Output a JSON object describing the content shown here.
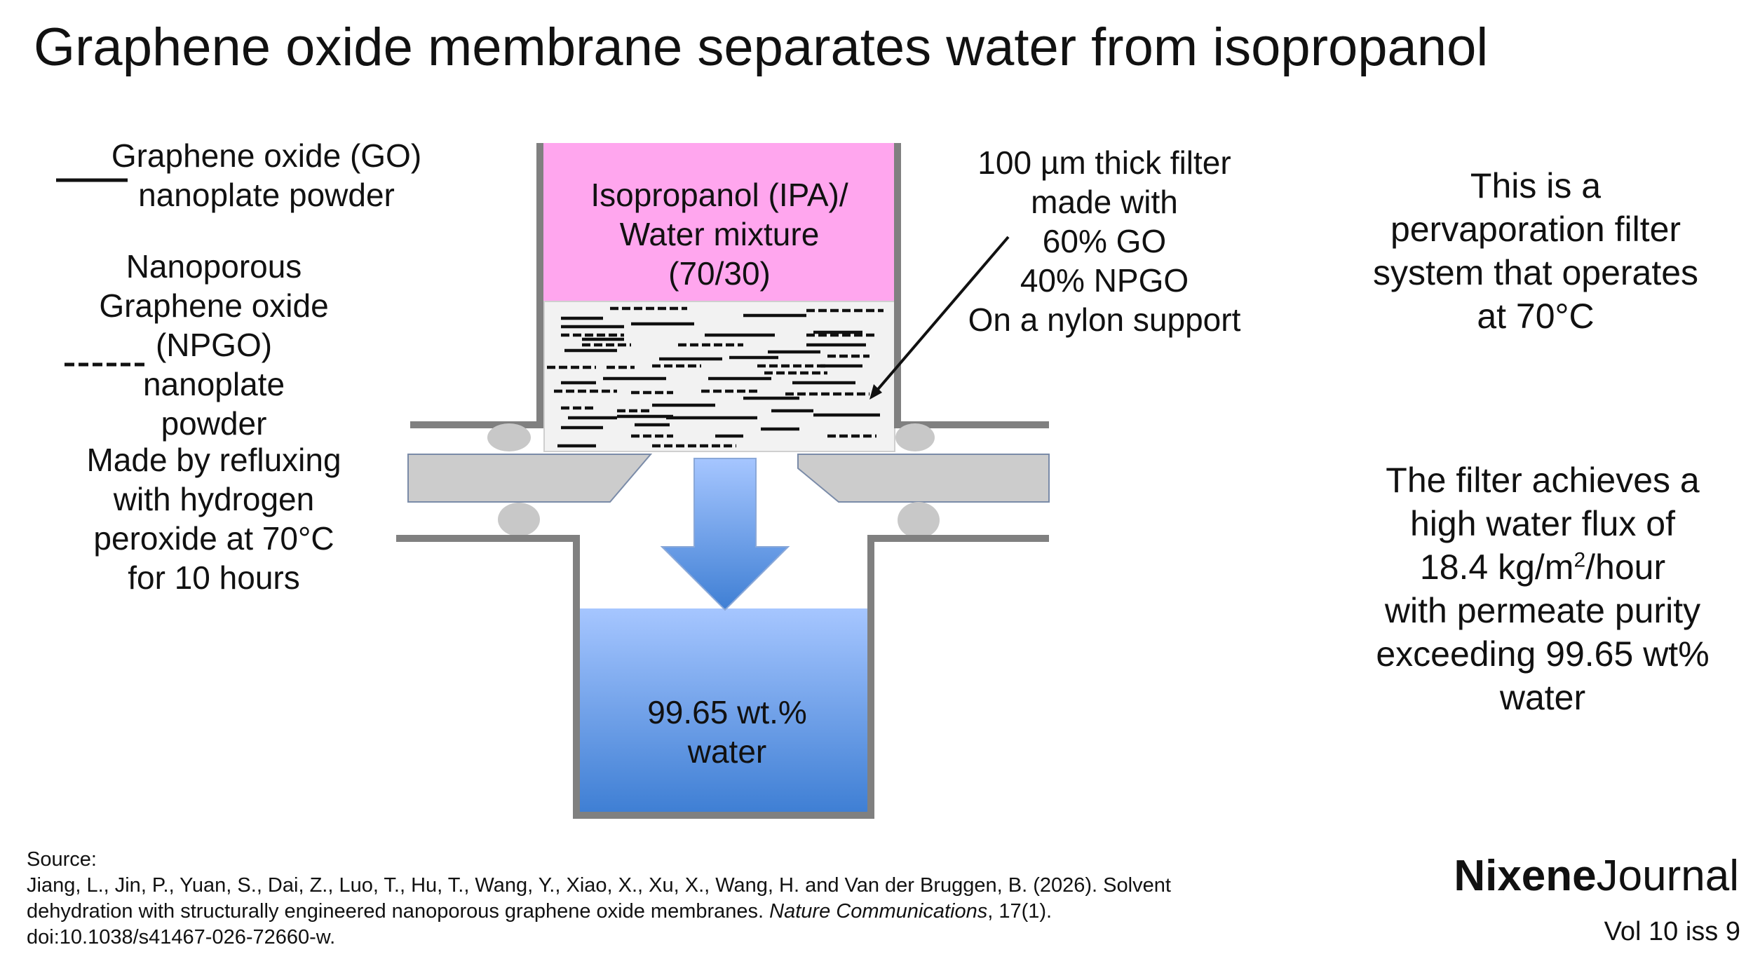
{
  "title": "Graphene oxide membrane separates water from isopropanol",
  "legend": {
    "go_lines": [
      "Graphene oxide (GO)",
      "nanoplate powder"
    ],
    "npgo_lines": [
      "Nanoporous",
      "Graphene oxide",
      "(NPGO)",
      "nanoplate",
      "powder"
    ],
    "prep_lines": [
      "Made by refluxing",
      "with hydrogen",
      "peroxide at 70°C",
      "for 10 hours"
    ]
  },
  "feed": {
    "lines": [
      "Isopropanol (IPA)/",
      "Water mixture",
      "(70/30)"
    ]
  },
  "filter": {
    "lines": [
      "100 µm thick filter",
      "made with",
      "60% GO",
      "40% NPGO",
      "On a nylon support"
    ]
  },
  "permeate": {
    "lines": [
      "99.65 wt.%",
      "water"
    ]
  },
  "info1": {
    "lines": [
      "This is a",
      "pervaporation filter",
      "system that operates",
      "at 70°C"
    ]
  },
  "info2": {
    "line1": "The filter achieves a",
    "line2": "high water flux of",
    "line3_pre": "18.4 kg/m",
    "line3_sup": "2",
    "line3_post": "/hour",
    "line4": "with permeate purity",
    "line5": "exceeding 99.65 wt%",
    "line6": "water"
  },
  "source": {
    "label": "Source:",
    "line1": "Jiang, L., Jin, P., Yuan, S., Dai, Z., Luo, T., Hu, T., Wang, Y., Xiao, X., Xu, X., Wang, H. and Van der Bruggen, B. (2026). Solvent",
    "line2_pre": "dehydration with structurally engineered nanoporous graphene oxide membranes. ",
    "journal": "Nature Communications",
    "line2_post": ", 17(1).",
    "line3": "doi:10.1038/s41467-026-72660-w."
  },
  "brand": {
    "bold": "Nixene",
    "regular": "Journal",
    "issue": "Vol 10  iss 9"
  },
  "colors": {
    "feed": "#ffa6ee",
    "membrane": "#f2f2f2",
    "permeate_top": "#a6c6ff",
    "permeate_bottom": "#3f7fd4",
    "housing": "#808080",
    "gasket": "#c8c8c8",
    "plate": "#cccccc"
  }
}
